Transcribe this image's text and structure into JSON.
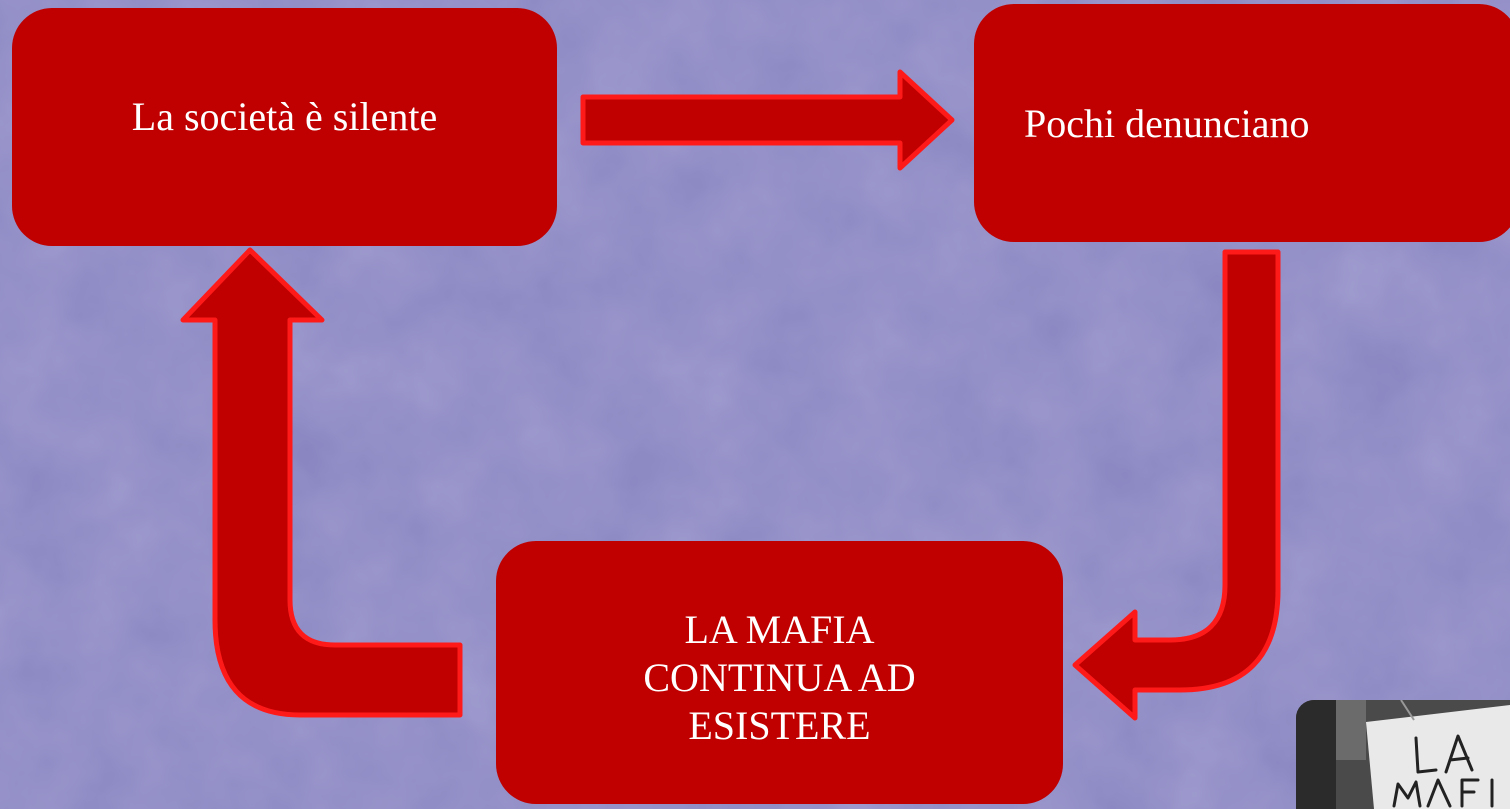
{
  "diagram": {
    "nodes": [
      {
        "id": "silent",
        "label": "La società è silente"
      },
      {
        "id": "denounce",
        "label": "Pochi denunciano"
      },
      {
        "id": "mafia",
        "label": "LA MAFIA CONTINUA AD ESISTERE"
      }
    ],
    "edges": [
      {
        "from": "silent",
        "to": "denounce"
      },
      {
        "from": "denounce",
        "to": "mafia"
      },
      {
        "from": "mafia",
        "to": "silent"
      }
    ]
  },
  "photo": {
    "sign_text": "LA MAFIA"
  },
  "colors": {
    "background": "#8a86c2",
    "box": "#c00000",
    "arrow_fill": "#c00000",
    "arrow_stroke": "#ff1a1a",
    "text": "#ffffff"
  }
}
